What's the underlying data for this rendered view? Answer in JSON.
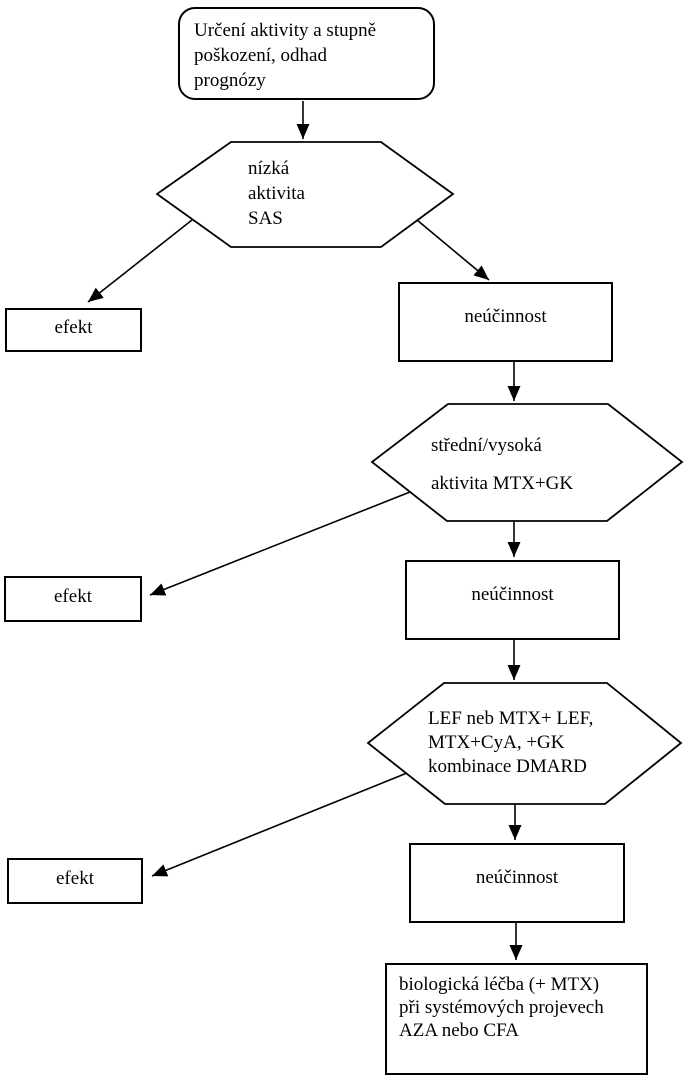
{
  "page": {
    "background_color": "#ffffff",
    "stroke_color": "#000000",
    "text_color": "#000000"
  },
  "diagram": {
    "language": "cs",
    "nodes": {
      "start": {
        "type": "rounded-rect",
        "label": "Určení aktivity a stupně\npoškození, odhad\nprognózy"
      },
      "decision1": {
        "type": "hexagon",
        "label": "nízká\naktivita\nSAS"
      },
      "effect1": {
        "type": "rect",
        "label": "efekt"
      },
      "inefficacy1": {
        "type": "rect",
        "label": "neúčinnost"
      },
      "decision2": {
        "type": "hexagon",
        "label": "střední/vysoká\naktivita MTX+GK"
      },
      "effect2": {
        "type": "rect",
        "label": "efekt"
      },
      "inefficacy2": {
        "type": "rect",
        "label": "neúčinnost"
      },
      "decision3": {
        "type": "hexagon",
        "label": "LEF neb MTX+ LEF,\nMTX+CyA, +GK\nkombinace DMARD"
      },
      "effect3": {
        "type": "rect",
        "label": "efekt"
      },
      "inefficacy3": {
        "type": "rect",
        "label": "neúčinnost"
      },
      "final": {
        "type": "rect",
        "label": "biologická léčba (+ MTX)\npři systémových projevech\nAZA nebo CFA"
      }
    },
    "edges": [
      {
        "from": "start",
        "to": "decision1"
      },
      {
        "from": "decision1",
        "to": "effect1"
      },
      {
        "from": "decision1",
        "to": "inefficacy1"
      },
      {
        "from": "inefficacy1",
        "to": "decision2"
      },
      {
        "from": "decision2",
        "to": "effect2"
      },
      {
        "from": "decision2",
        "to": "inefficacy2"
      },
      {
        "from": "inefficacy2",
        "to": "decision3"
      },
      {
        "from": "decision3",
        "to": "effect3"
      },
      {
        "from": "decision3",
        "to": "inefficacy3"
      },
      {
        "from": "inefficacy3",
        "to": "final"
      }
    ]
  }
}
